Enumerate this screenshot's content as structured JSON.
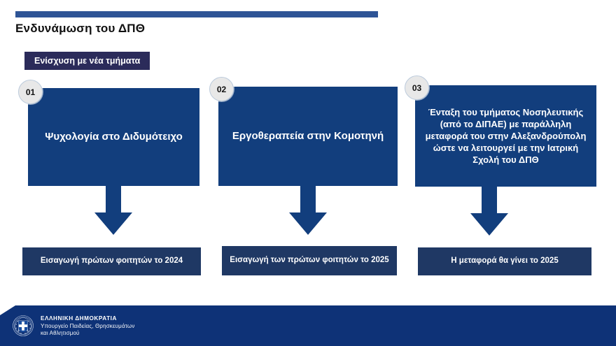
{
  "slide": {
    "title": "Ενδυνάμωση του ΔΠΘ",
    "subtitle_badge": "Ενίσχυση με νέα τμήματα",
    "accent_color": "#2E5496",
    "card_color": "#123E7D",
    "result_color": "#1F3864",
    "badge_color": "#2B2B5A",
    "footer_color": "#0E3277"
  },
  "steps": [
    {
      "number": "01",
      "card_text": "Ψυχολογία στο Διδυμότειχο",
      "result_text": "Εισαγωγή πρώτων φοιτητών το 2024",
      "arrow_icon": "down-arrow-icon"
    },
    {
      "number": "02",
      "card_text": "Εργοθεραπεία στην Κομοτηνή",
      "result_text": "Εισαγωγή των πρώτων φοιτητών το 2025",
      "arrow_icon": "down-arrow-icon"
    },
    {
      "number": "03",
      "card_text": "Ένταξη του τμήματος Νοσηλευτικής (από το ΔΙΠΑΕ) με παράλληλη μεταφορά του στην Αλεξανδρούπολη ώστε να λειτουργεί με την Ιατρική Σχολή του ΔΠΘ",
      "result_text": "Η μεταφορά θα γίνει το 2025",
      "arrow_icon": "down-arrow-icon"
    }
  ],
  "footer": {
    "emblem_icon": "greek-republic-emblem-icon",
    "line1": "ΕΛΛΗΝΙΚΗ ΔΗΜΟΚΡΑΤΙΑ",
    "line2": "Υπουργείο Παιδείας, Θρησκευμάτων",
    "line3": "και Αθλητισμού"
  }
}
